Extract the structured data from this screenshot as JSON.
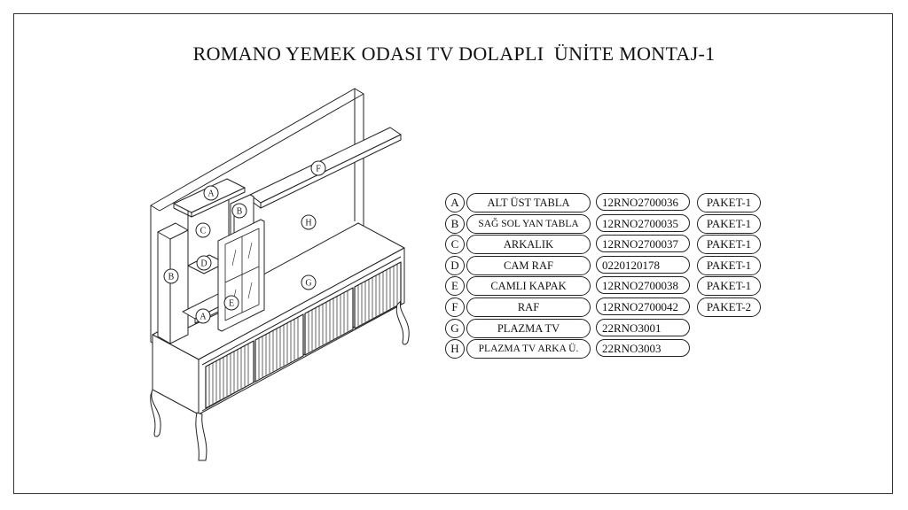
{
  "title": "ROMANO YEMEK ODASI TV DOLAPLI  ÜNİTE MONTAJ-1",
  "diagram_labels": [
    "A",
    "B",
    "C",
    "D",
    "E",
    "F",
    "G",
    "H"
  ],
  "parts": [
    {
      "letter": "A",
      "name": "ALT ÜST TABLA",
      "code": "12RNO2700036",
      "package": "PAKET-1"
    },
    {
      "letter": "B",
      "name": "SAĞ SOL YAN TABLA",
      "code": "12RNO2700035",
      "package": "PAKET-1"
    },
    {
      "letter": "C",
      "name": "ARKALIK",
      "code": "12RNO2700037",
      "package": "PAKET-1"
    },
    {
      "letter": "D",
      "name": "CAM RAF",
      "code": "0220120178",
      "package": "PAKET-1"
    },
    {
      "letter": "E",
      "name": "CAMLI KAPAK",
      "code": "12RNO2700038",
      "package": "PAKET-1"
    },
    {
      "letter": "F",
      "name": "RAF",
      "code": "12RNO2700042",
      "package": "PAKET-2"
    },
    {
      "letter": "G",
      "name": "PLAZMA TV",
      "code": "22RNO3001",
      "package": ""
    },
    {
      "letter": "H",
      "name": "PLAZMA TV ARKA Ü.",
      "code": "22RNO3003",
      "package": ""
    }
  ]
}
